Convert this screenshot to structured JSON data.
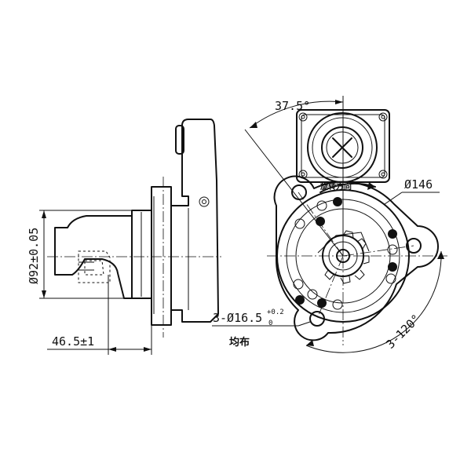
{
  "labels": {
    "diameter_92": "Ø92±0.05",
    "length_46_5": "46.5±1",
    "angle_37_5": "37.5°",
    "diameter_146": "Ø146",
    "holes": "3-Ø16.5",
    "holes_tol_upper": "+0.2",
    "holes_tol_lower": "0",
    "evenly_distributed": "均布",
    "angle_3_120": "3-120°",
    "rotation_direction": "旋转方向"
  }
}
